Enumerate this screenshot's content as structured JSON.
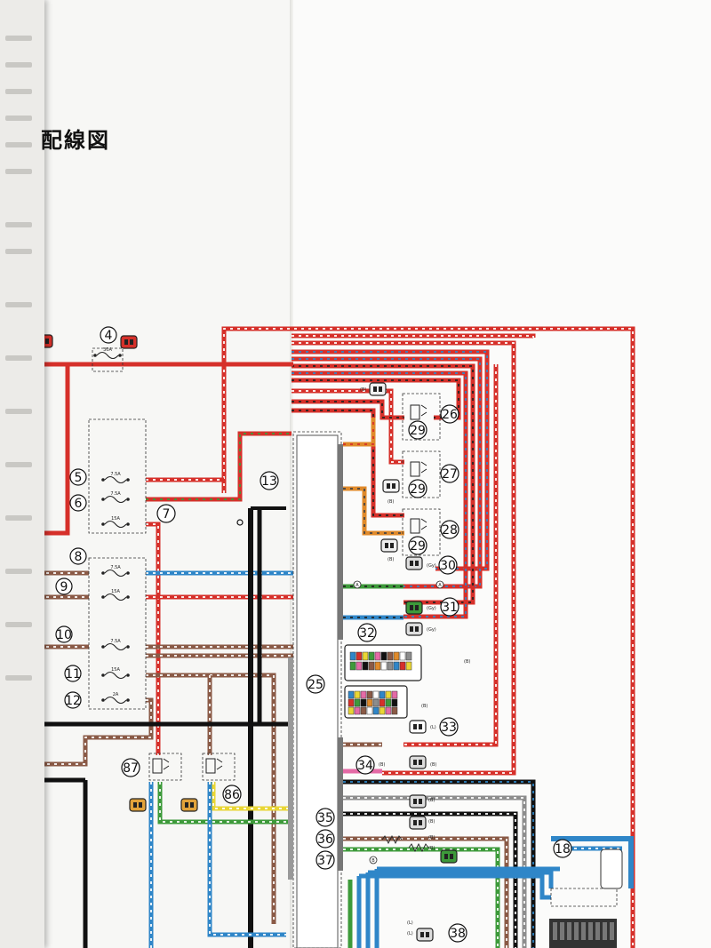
{
  "page": {
    "title": "配線図",
    "background": "#fbfbfa"
  },
  "wire_colors": {
    "red": "#d6302a",
    "brown": "#8a5a46",
    "blue": "#2f86c8",
    "black": "#111111",
    "green": "#3d9a3a",
    "orange": "#e08a2a",
    "yellow": "#e9d634",
    "gray": "#8d8d8d",
    "pink": "#e46aa6"
  },
  "callouts": [
    {
      "id": "c4",
      "label": "4"
    },
    {
      "id": "c5",
      "label": "5"
    },
    {
      "id": "c6",
      "label": "6"
    },
    {
      "id": "c7",
      "label": "7"
    },
    {
      "id": "c8",
      "label": "8"
    },
    {
      "id": "c9",
      "label": "9"
    },
    {
      "id": "c10",
      "label": "10"
    },
    {
      "id": "c11",
      "label": "11"
    },
    {
      "id": "c12",
      "label": "12"
    },
    {
      "id": "c13",
      "label": "13"
    },
    {
      "id": "c18",
      "label": "18"
    },
    {
      "id": "c25",
      "label": "25"
    },
    {
      "id": "c26",
      "label": "26"
    },
    {
      "id": "c27",
      "label": "27"
    },
    {
      "id": "c28",
      "label": "28"
    },
    {
      "id": "c29a",
      "label": "29"
    },
    {
      "id": "c29b",
      "label": "29"
    },
    {
      "id": "c29c",
      "label": "29"
    },
    {
      "id": "c30",
      "label": "30"
    },
    {
      "id": "c31",
      "label": "31"
    },
    {
      "id": "c32",
      "label": "32"
    },
    {
      "id": "c33",
      "label": "33"
    },
    {
      "id": "c34",
      "label": "34"
    },
    {
      "id": "c35",
      "label": "35"
    },
    {
      "id": "c36",
      "label": "36"
    },
    {
      "id": "c37",
      "label": "37"
    },
    {
      "id": "c38",
      "label": "38"
    },
    {
      "id": "c86",
      "label": "86"
    },
    {
      "id": "c87",
      "label": "87"
    }
  ],
  "fuses": [
    {
      "id": "f4",
      "rating": "30A"
    },
    {
      "id": "f5",
      "rating": "7.5A"
    },
    {
      "id": "f6",
      "rating": "7.5A"
    },
    {
      "id": "f7",
      "rating": "15A"
    },
    {
      "id": "f8",
      "rating": "7.5A"
    },
    {
      "id": "f9",
      "rating": "15A"
    },
    {
      "id": "f10",
      "rating": "7.5A"
    },
    {
      "id": "f11",
      "rating": "15A"
    },
    {
      "id": "f12",
      "rating": "2A"
    }
  ],
  "connector_tags": [
    {
      "id": "t1",
      "text": "(B)"
    },
    {
      "id": "t2",
      "text": "(B)"
    },
    {
      "id": "t3",
      "text": "(B)"
    },
    {
      "id": "t4",
      "text": "(Gy)"
    },
    {
      "id": "t5",
      "text": "(Gy)"
    },
    {
      "id": "t6",
      "text": "(Gy)"
    },
    {
      "id": "t7",
      "text": "(B)"
    },
    {
      "id": "t8",
      "text": "(B)"
    },
    {
      "id": "t9",
      "text": "(L)"
    },
    {
      "id": "t10",
      "text": "(B)"
    },
    {
      "id": "t11",
      "text": "(B)"
    },
    {
      "id": "t12",
      "text": "(B)"
    },
    {
      "id": "t13",
      "text": "(B)"
    },
    {
      "id": "t14",
      "text": "(B)"
    },
    {
      "id": "t15",
      "text": "(B)"
    },
    {
      "id": "t16",
      "text": "(L)"
    },
    {
      "id": "t17",
      "text": "(L)"
    }
  ],
  "markers": [
    {
      "id": "A1",
      "text": "A"
    },
    {
      "id": "A2",
      "text": "A"
    },
    {
      "id": "B1",
      "text": "B"
    }
  ]
}
